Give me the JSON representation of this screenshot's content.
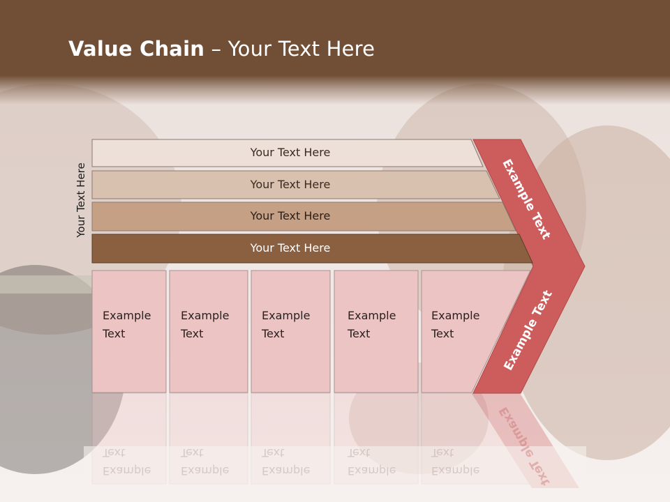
{
  "slide": {
    "title_bold": "Value Chain",
    "title_rest": " – Your Text Here",
    "side_label": "Your Text Here"
  },
  "rows": [
    {
      "label": "Your Text Here",
      "fill": "#ece0d8",
      "text_color": "#3a2a20"
    },
    {
      "label": "Your Text Here",
      "fill": "#d9c1af",
      "text_color": "#3a2a20"
    },
    {
      "label": "Your Text Here",
      "fill": "#c5a085",
      "text_color": "#2a1e16"
    },
    {
      "label": "Your Text Here",
      "fill": "#8a6040",
      "text_color": "#ffffff"
    }
  ],
  "cells": [
    {
      "line1": "Example",
      "line2": "Text"
    },
    {
      "line1": "Example",
      "line2": "Text"
    },
    {
      "line1": "Example",
      "line2": "Text"
    },
    {
      "line1": "Example",
      "line2": "Text"
    },
    {
      "line1": "Example",
      "line2": "Text"
    }
  ],
  "chevron": {
    "upper_label": "Example Text",
    "lower_label": "Example Text",
    "color": "#cd5c5c"
  },
  "colors": {
    "title_band": "#714f36",
    "cell_fill": "#ecc4c4",
    "cell_border": "#a89090"
  }
}
